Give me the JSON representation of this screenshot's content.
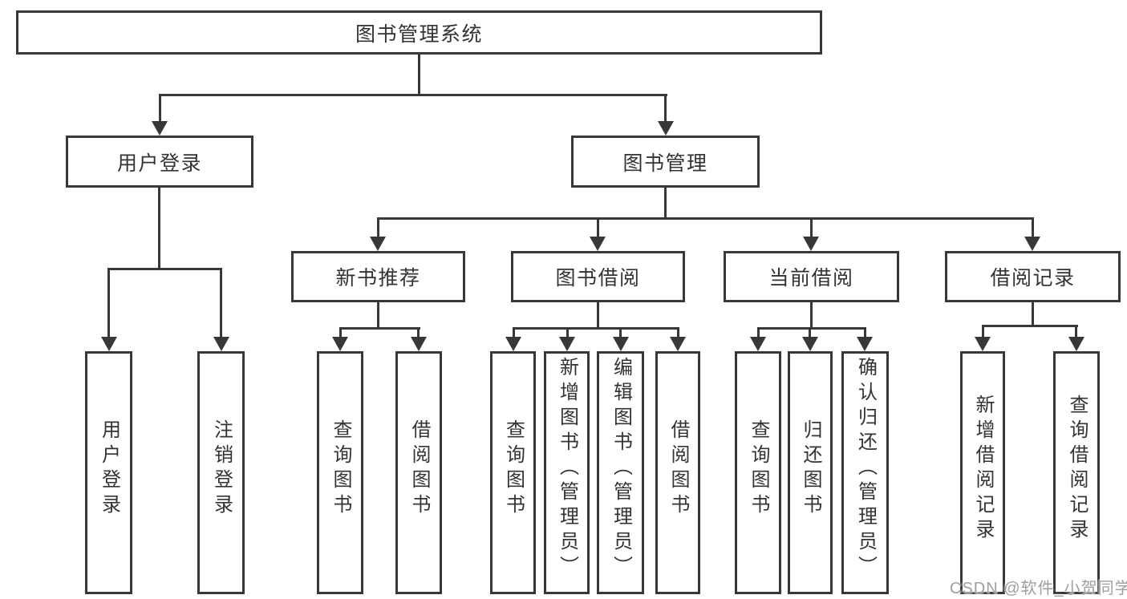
{
  "diagram_title": "图书管理系统",
  "tree": {
    "root": {
      "label": "图书管理系统",
      "children": [
        {
          "label": "用户登录",
          "children": [
            {
              "label": "用户登录"
            },
            {
              "label": "注销登录"
            }
          ]
        },
        {
          "label": "图书管理",
          "children": [
            {
              "label": "新书推荐",
              "children": [
                {
                  "label": "查询图书"
                },
                {
                  "label": "借阅图书"
                }
              ]
            },
            {
              "label": "图书借阅",
              "children": [
                {
                  "label": "查询图书"
                },
                {
                  "label": "新增图书（管理员）"
                },
                {
                  "label": "编辑图书（管理员）"
                },
                {
                  "label": "借阅图书"
                }
              ]
            },
            {
              "label": "当前借阅",
              "children": [
                {
                  "label": "查询图书"
                },
                {
                  "label": "归还图书"
                },
                {
                  "label": "确认归还（管理员）"
                }
              ]
            },
            {
              "label": "借阅记录",
              "children": [
                {
                  "label": "新增借阅记录"
                },
                {
                  "label": "查询借阅记录"
                }
              ]
            }
          ]
        }
      ]
    }
  },
  "colors": {
    "line": "#383838",
    "box_border": "#383838",
    "text": "#333333",
    "watermark": "#9e9e9e",
    "background": "#ffffff"
  },
  "watermark": "CSDN @软件_小贺同学"
}
